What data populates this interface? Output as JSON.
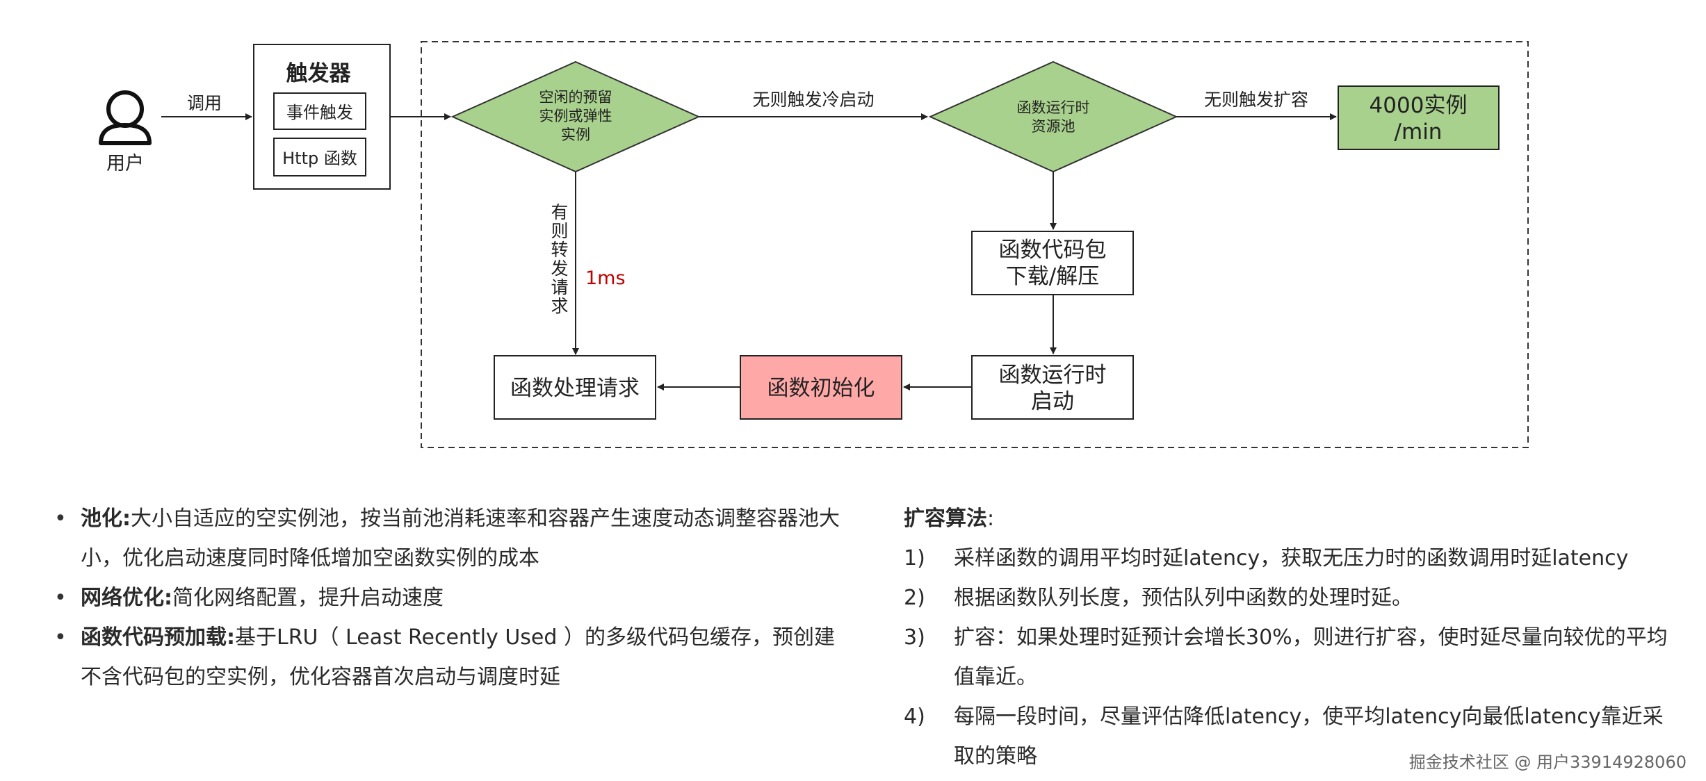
{
  "diagram": {
    "user_label": "用户",
    "call_label": "调用",
    "trigger": {
      "title": "触发器",
      "items": [
        "事件触发",
        "Http 函数"
      ]
    },
    "decision_idle": [
      "空闲的预留",
      "实例或弹性",
      "实例"
    ],
    "cold_start_label": "无则触发冷启动",
    "decision_pool": [
      "函数运行时",
      "资源池"
    ],
    "scale_label": "无则触发扩容",
    "rate_box": [
      "4000实例",
      "/min"
    ],
    "forward_label_chars": [
      "有",
      "则",
      "转",
      "发",
      "请",
      "求"
    ],
    "latency_label": "1ms",
    "download_box": [
      "函数代码包",
      "下载/解压"
    ],
    "runtime_box": [
      "函数运行时",
      "启动"
    ],
    "init_box": "函数初始化",
    "handle_box": "函数处理请求",
    "colors": {
      "decision_fill": "#a9d18e",
      "rate_fill": "#a9d18e",
      "init_fill": "#ffa8a8",
      "latency_text": "#c00000"
    }
  },
  "bullets": [
    {
      "title": "池化:",
      "text": "大小自适应的空实例池，按当前池消耗速率和容器产生速度动态调整容器池大小，优化启动速度同时降低增加空函数实例的成本"
    },
    {
      "title": "网络优化:",
      "text": "简化网络配置，提升启动速度"
    },
    {
      "title": "函数代码预加载:",
      "text": "基于LRU（ Least Recently Used ）的多级代码包缓存，预创建不含代码包的空实例，优化容器首次启动与调度时延"
    }
  ],
  "algorithm": {
    "title": "扩容算法",
    "colon": ":",
    "steps": [
      {
        "num": "1)",
        "text": "采样函数的调用平均时延latency，获取无压力时的函数调用时延latency"
      },
      {
        "num": "2)",
        "text": "根据函数队列长度，预估队列中函数的处理时延。"
      },
      {
        "num": "3)",
        "text": "扩容：如果处理时延预计会增长30%，则进行扩容，使时延尽量向较优的平均值靠近。"
      },
      {
        "num": "4)",
        "text": "每隔一段时间，尽量评估降低latency，使平均latency向最低latency靠近采取的策略"
      }
    ]
  },
  "watermark": "掘金技术社区 @ 用户33914928060"
}
